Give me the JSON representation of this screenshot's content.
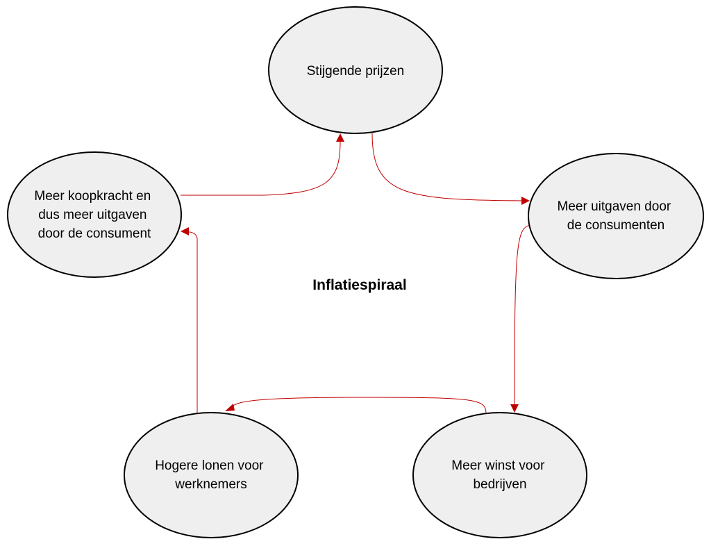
{
  "title": "Inflatiespiraal",
  "colors": {
    "node_fill": "#efefef",
    "node_stroke": "#000000",
    "arrow": "#c00000"
  },
  "nodes": [
    {
      "id": "stijgende-prijzen",
      "lines": [
        "Stijgende prijzen"
      ]
    },
    {
      "id": "meer-uitgaven-consumenten",
      "lines": [
        "Meer uitgaven door",
        "de consumenten"
      ]
    },
    {
      "id": "meer-winst-bedrijven",
      "lines": [
        "Meer winst voor",
        "bedrijven"
      ]
    },
    {
      "id": "hogere-lonen",
      "lines": [
        "Hogere lonen voor",
        "werknemers"
      ]
    },
    {
      "id": "meer-koopkracht",
      "lines": [
        "Meer koopkracht en",
        "dus meer uitgaven",
        "door de consument"
      ]
    }
  ],
  "edges": [
    {
      "from": "stijgende-prijzen",
      "to": "meer-uitgaven-consumenten"
    },
    {
      "from": "meer-uitgaven-consumenten",
      "to": "meer-winst-bedrijven"
    },
    {
      "from": "meer-winst-bedrijven",
      "to": "hogere-lonen"
    },
    {
      "from": "hogere-lonen",
      "to": "meer-koopkracht"
    },
    {
      "from": "meer-koopkracht",
      "to": "stijgende-prijzen"
    }
  ]
}
